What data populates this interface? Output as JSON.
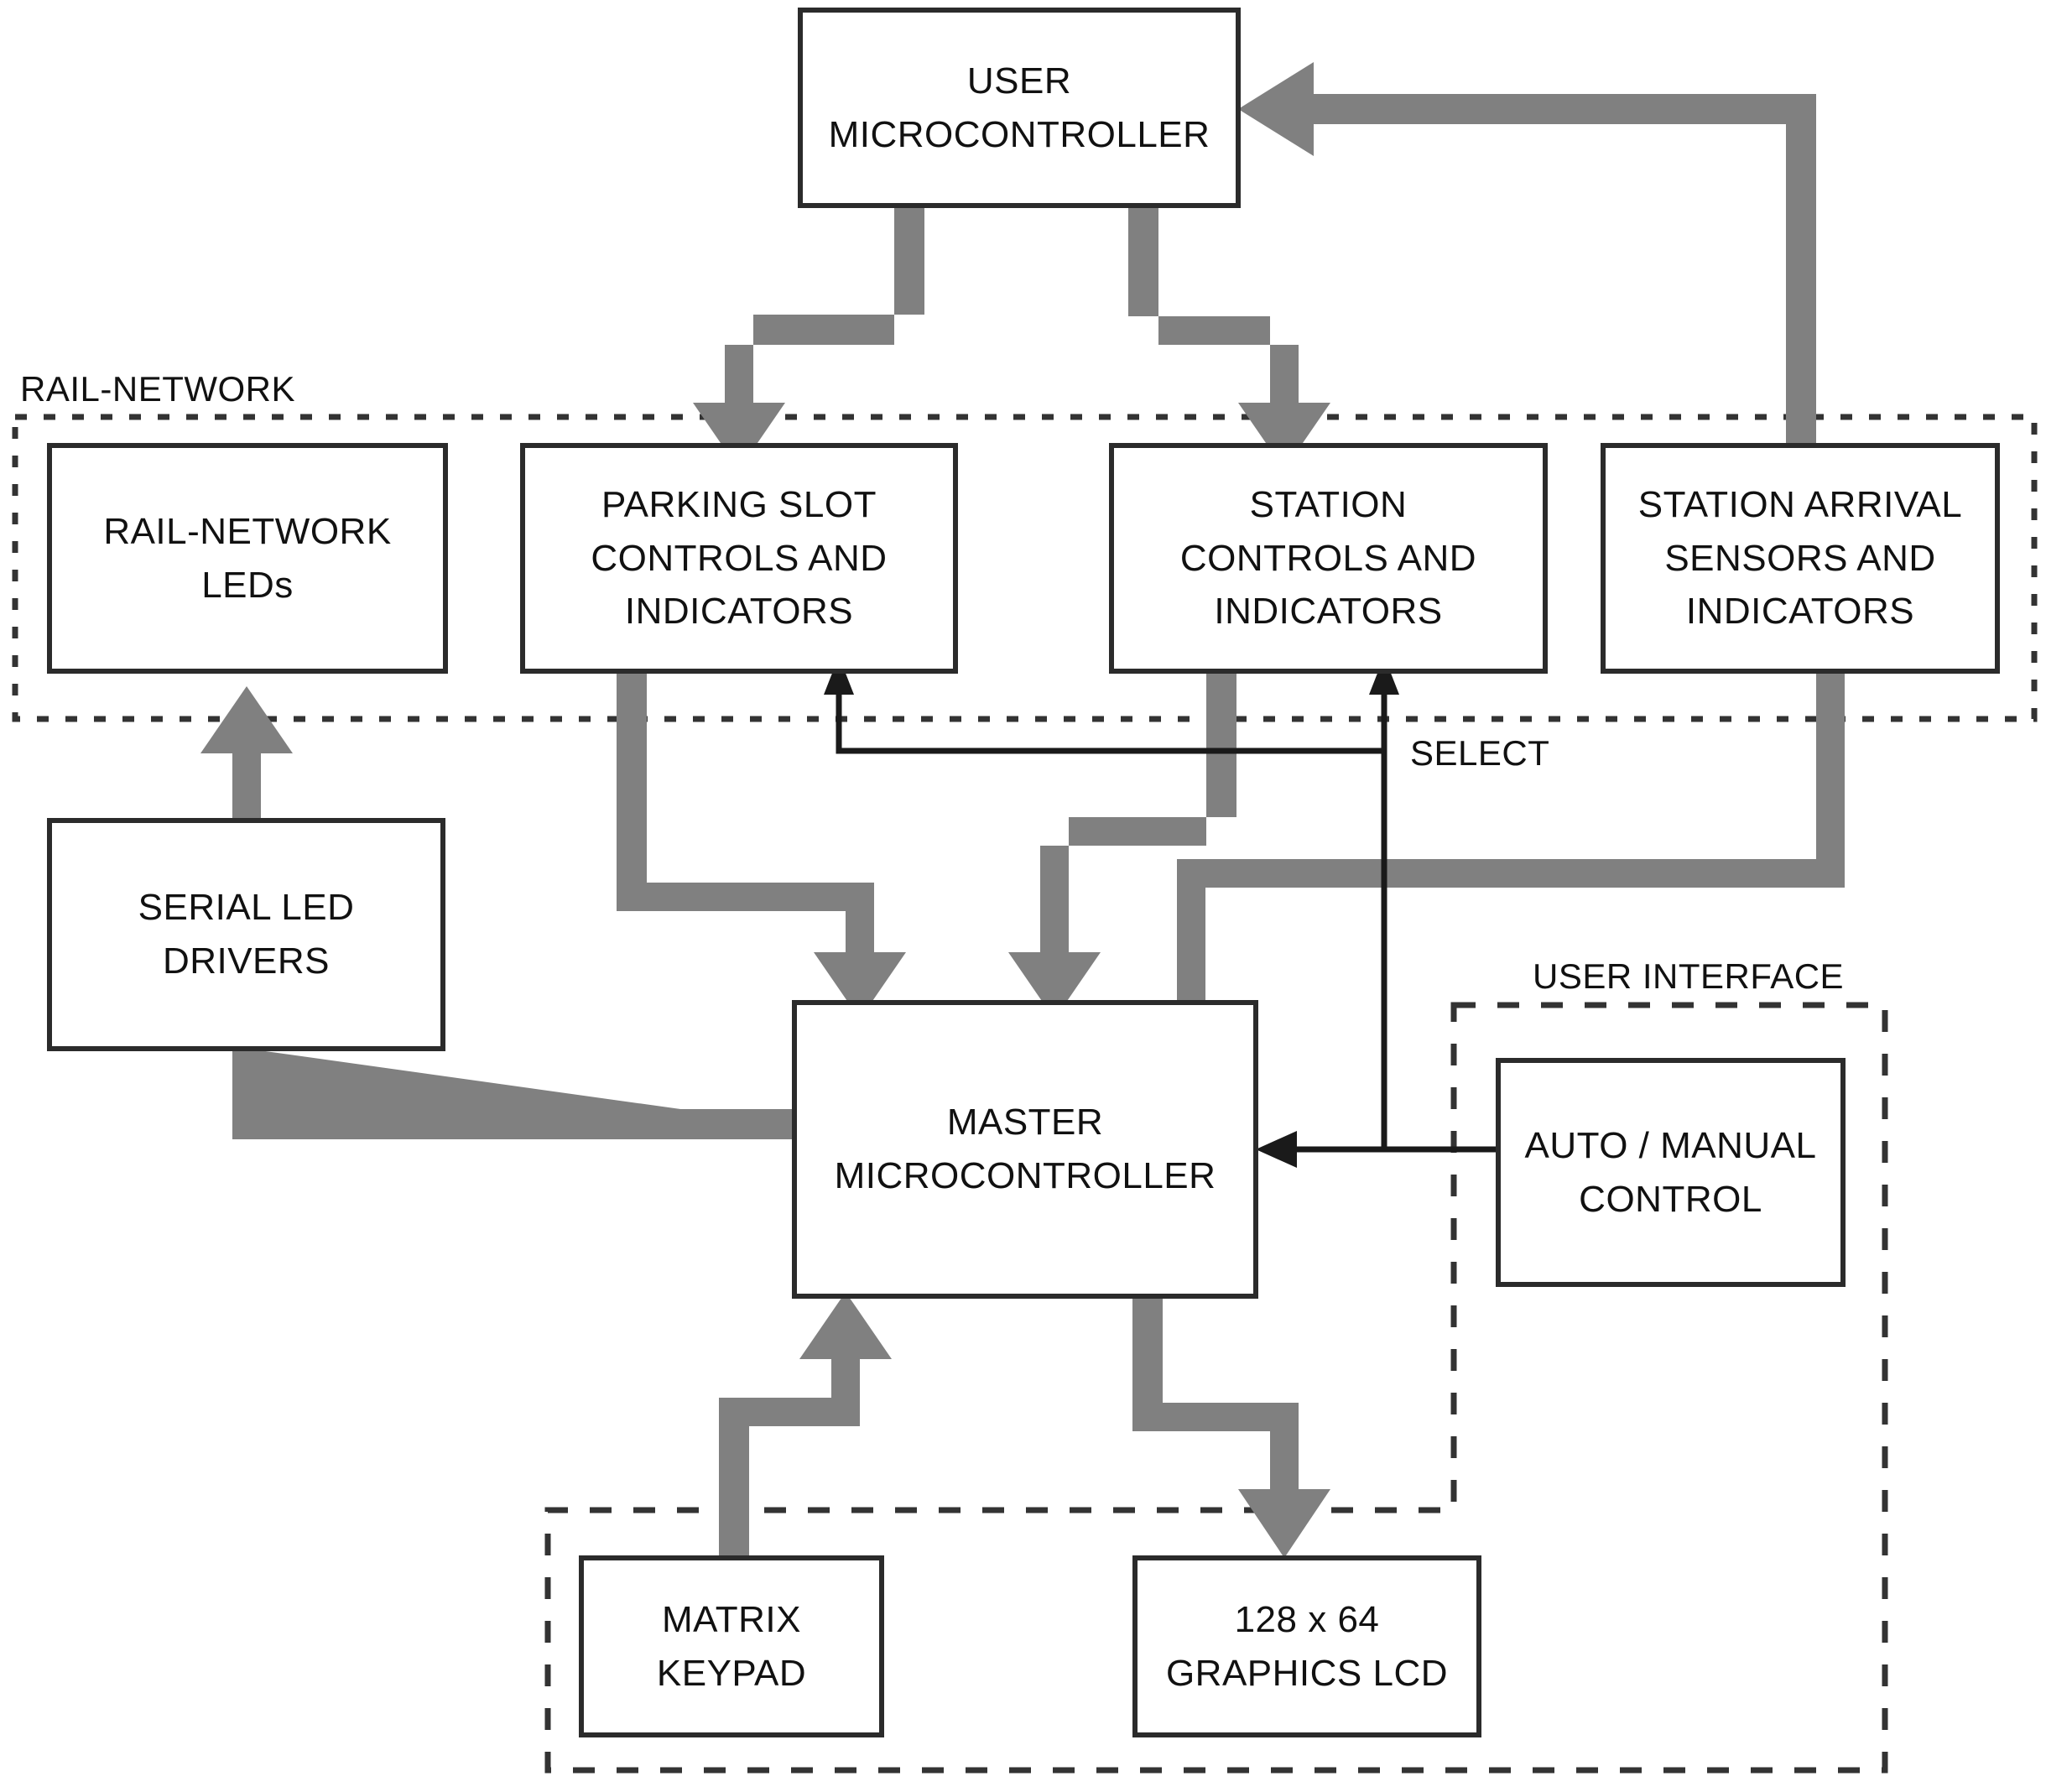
{
  "diagram": {
    "type": "block-diagram",
    "title": "Rail network controller block diagram",
    "colors": {
      "box_stroke": "#2b2b2b",
      "box_fill": "#ffffff",
      "thick_arrow": "#808080",
      "thin_arrow": "#1a1a1a",
      "group_border": "#333333",
      "text": "#111111",
      "background": "#ffffff"
    },
    "groups": [
      {
        "id": "rail-network",
        "label": "RAIL-NETWORK",
        "style": "dotted"
      },
      {
        "id": "user-interface",
        "label": "USER INTERFACE",
        "style": "dotted"
      }
    ],
    "nodes": [
      {
        "id": "user-mcu",
        "label": "USER\nMICROCONTROLLER",
        "group": null
      },
      {
        "id": "rail-network-leds",
        "label": "RAIL-NETWORK\nLEDs",
        "group": "rail-network"
      },
      {
        "id": "parking-slot",
        "label": "PARKING SLOT\nCONTROLS AND\nINDICATORS",
        "group": "rail-network"
      },
      {
        "id": "station-controls",
        "label": "STATION\nCONTROLS AND\nINDICATORS",
        "group": "rail-network"
      },
      {
        "id": "station-arrival",
        "label": "STATION ARRIVAL\nSENSORS AND\nINDICATORS",
        "group": "rail-network"
      },
      {
        "id": "serial-led-drivers",
        "label": "SERIAL LED\nDRIVERS",
        "group": null
      },
      {
        "id": "master-mcu",
        "label": "MASTER\nMICROCONTROLLER",
        "group": null
      },
      {
        "id": "auto-manual",
        "label": "AUTO / MANUAL\nCONTROL",
        "group": "user-interface"
      },
      {
        "id": "matrix-keypad",
        "label": "MATRIX\nKEYPAD",
        "group": "user-interface"
      },
      {
        "id": "graphics-lcd",
        "label": "128 x 64\nGRAPHICS LCD",
        "group": "user-interface"
      }
    ],
    "edges": [
      {
        "from": "user-mcu",
        "to": "parking-slot",
        "style": "thick",
        "label": ""
      },
      {
        "from": "user-mcu",
        "to": "station-controls",
        "style": "thick",
        "label": ""
      },
      {
        "from": "station-arrival",
        "to": "user-mcu",
        "style": "thick",
        "label": ""
      },
      {
        "from": "parking-slot",
        "to": "master-mcu",
        "style": "thick",
        "label": ""
      },
      {
        "from": "station-controls",
        "to": "master-mcu",
        "style": "thick",
        "label": ""
      },
      {
        "from": "station-arrival",
        "to": "master-mcu",
        "style": "thick",
        "label": ""
      },
      {
        "from": "master-mcu",
        "to": "serial-led-drivers",
        "style": "thick",
        "label": ""
      },
      {
        "from": "serial-led-drivers",
        "to": "rail-network-leds",
        "style": "thick",
        "label": ""
      },
      {
        "from": "matrix-keypad",
        "to": "master-mcu",
        "style": "thick",
        "label": ""
      },
      {
        "from": "master-mcu",
        "to": "graphics-lcd",
        "style": "thick",
        "label": ""
      },
      {
        "from": "auto-manual",
        "to": "master-mcu",
        "style": "thin",
        "label": ""
      },
      {
        "from": "auto-manual",
        "to": "parking-slot",
        "style": "thin",
        "label": "SELECT"
      },
      {
        "from": "auto-manual",
        "to": "station-controls",
        "style": "thin",
        "label": "SELECT"
      }
    ],
    "edge_labels": [
      {
        "id": "select",
        "text": "SELECT"
      }
    ]
  },
  "labels": {
    "user_mcu": "USER\nMICROCONTROLLER",
    "rail_network_leds": "RAIL-NETWORK\nLEDs",
    "parking_slot": "PARKING SLOT\nCONTROLS AND\nINDICATORS",
    "station_controls": "STATION\nCONTROLS AND\nINDICATORS",
    "station_arrival": "STATION ARRIVAL\nSENSORS AND\nINDICATORS",
    "serial_led_drivers": "SERIAL LED\nDRIVERS",
    "master_mcu": "MASTER\nMICROCONTROLLER",
    "auto_manual": "AUTO / MANUAL\nCONTROL",
    "matrix_keypad": "MATRIX\nKEYPAD",
    "graphics_lcd": "128 x 64\nGRAPHICS LCD",
    "group_rail_network": "RAIL-NETWORK",
    "group_user_interface": "USER INTERFACE",
    "select": "SELECT"
  }
}
